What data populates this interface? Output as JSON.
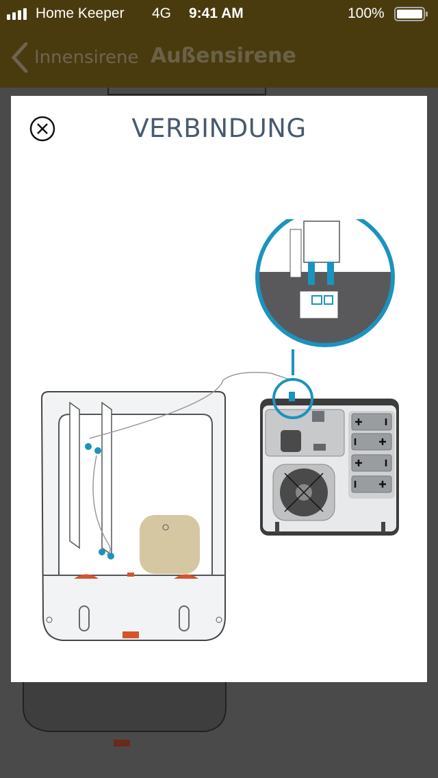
{
  "status_bar": {
    "carrier": "Home Keeper",
    "network": "4G",
    "time": "9:41 AM",
    "battery": "100%"
  },
  "nav": {
    "back_label": "Innensirene",
    "title": "Außensirene"
  },
  "modal": {
    "title": "VERBINDUNG"
  },
  "colors": {
    "accent": "#1b93c0",
    "nav_bg": "#4a3b0f",
    "title": "#475a70"
  }
}
